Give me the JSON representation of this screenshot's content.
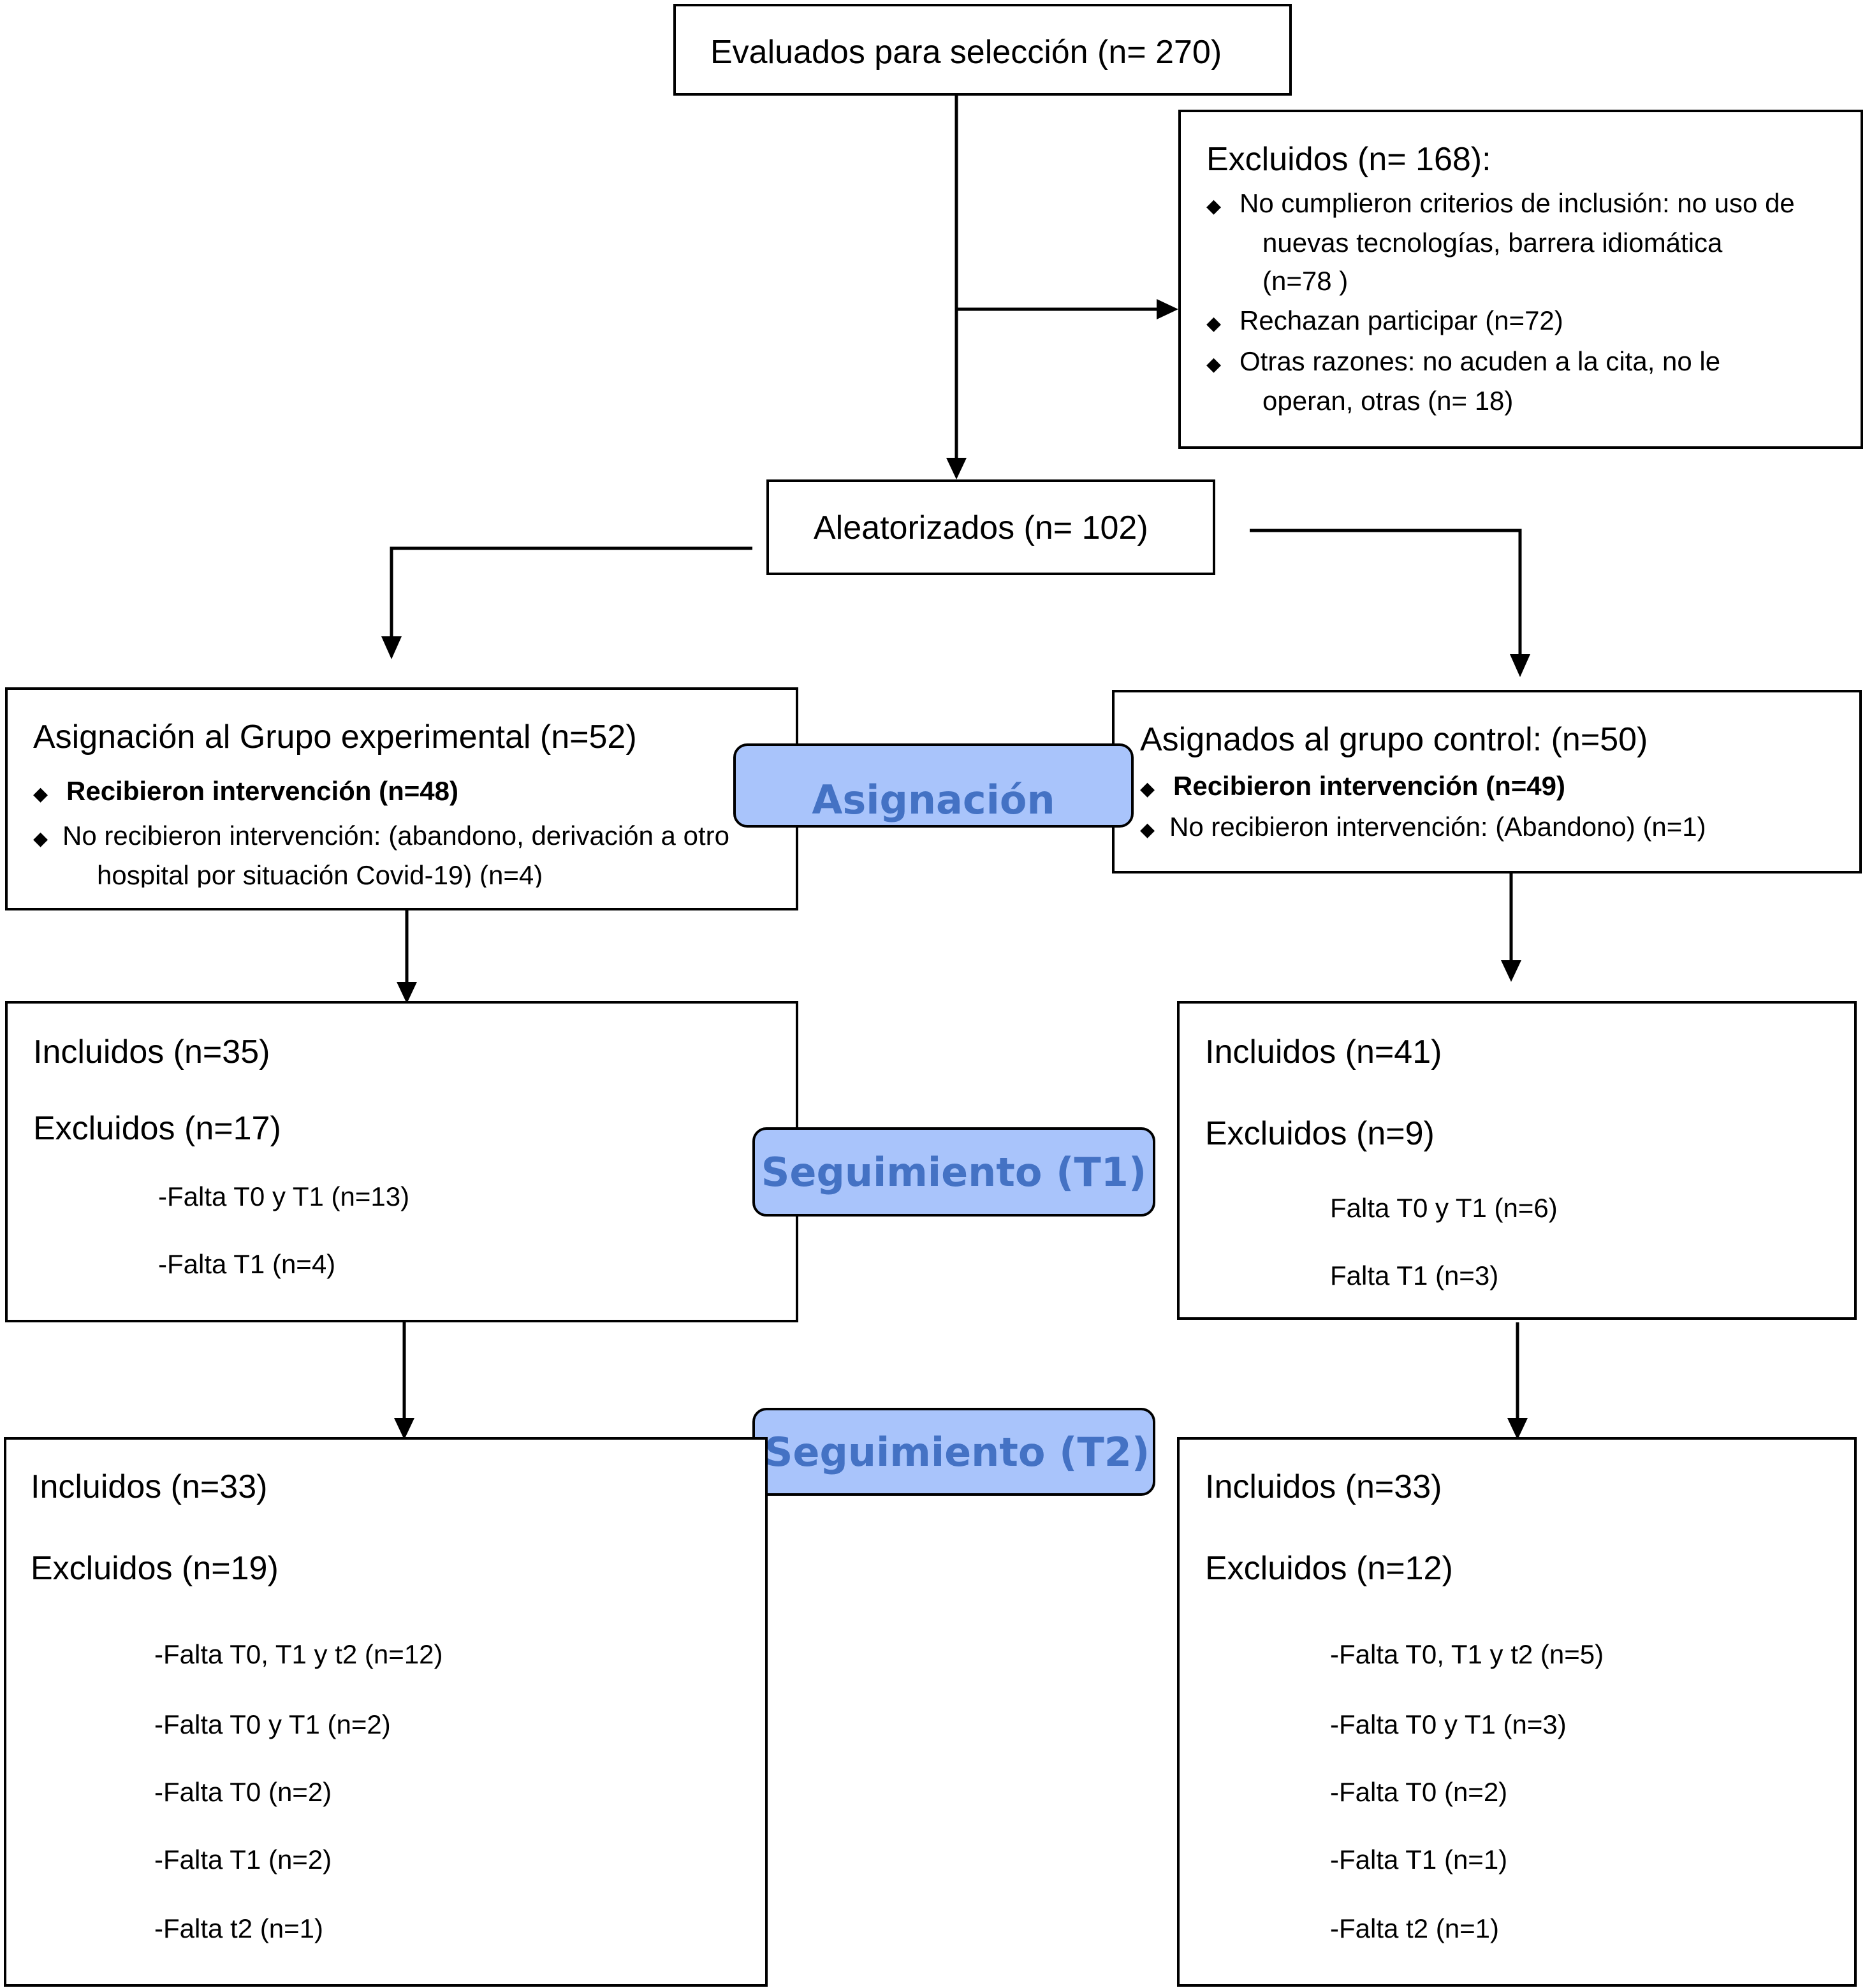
{
  "screening": {
    "label": "Evaluados para selección (n= 270)"
  },
  "excluded": {
    "title": "Excluidos  (n= 168):",
    "items": [
      {
        "lines": [
          "No cumplieron criterios de inclusión: no uso de",
          "nuevas tecnologías, barrera idiomática",
          "(n=78 )"
        ]
      },
      {
        "lines": [
          "Rechazan participar (n=72)"
        ]
      },
      {
        "lines": [
          "Otras razones: no acuden a la cita, no le",
          "operan, otras (n= 18)"
        ]
      }
    ]
  },
  "randomized": {
    "label": "Aleatorizados (n= 102)"
  },
  "experimental_allocation": {
    "title": "Asignación al Grupo experimental (n=52)",
    "received": "Recibieron intervención (n=48)",
    "not_received": [
      "No recibieron intervención: (abandono, derivación a otro",
      "hospital por situación Covid-19) (n=4)"
    ]
  },
  "control_allocation": {
    "title": "Asignados al grupo control: (n=50)",
    "received": "Recibieron intervención (n=49)",
    "not_received": "No recibieron  intervención: (Abandono) (n=1)"
  },
  "phases": {
    "allocation": "Asignación",
    "followup_t1": "Seguimiento (T1)",
    "followup_t2": "Seguimiento (T2)"
  },
  "exp_t1": {
    "included": "Incluidos (n=35)",
    "excluded": "Excluidos (n=17)",
    "details": [
      "-Falta T0  y T1 (n=13)",
      "-Falta T1 (n=4)"
    ]
  },
  "ctrl_t1": {
    "included": "Incluidos (n=41)",
    "excluded": "Excluidos (n=9)",
    "details": [
      "Falta T0 y T1 (n=6)",
      "Falta T1 (n=3)"
    ]
  },
  "exp_t2": {
    "included": "Incluidos (n=33)",
    "excluded": "Excluidos (n=19)",
    "details": [
      "-Falta T0, T1 y t2 (n=12)",
      "-Falta T0 y T1 (n=2)",
      "-Falta T0 (n=2)",
      "-Falta T1 (n=2)",
      "-Falta t2 (n=1)"
    ]
  },
  "ctrl_t2": {
    "included": "Incluidos (n=33)",
    "excluded": "Excluidos (n=12)",
    "details": [
      "-Falta T0, T1 y t2 (n=5)",
      "-Falta T0 y T1 (n=3)",
      "-Falta T0 (n=2)",
      "-Falta T1 (n=1)",
      "-Falta t2 (n=1)"
    ]
  }
}
